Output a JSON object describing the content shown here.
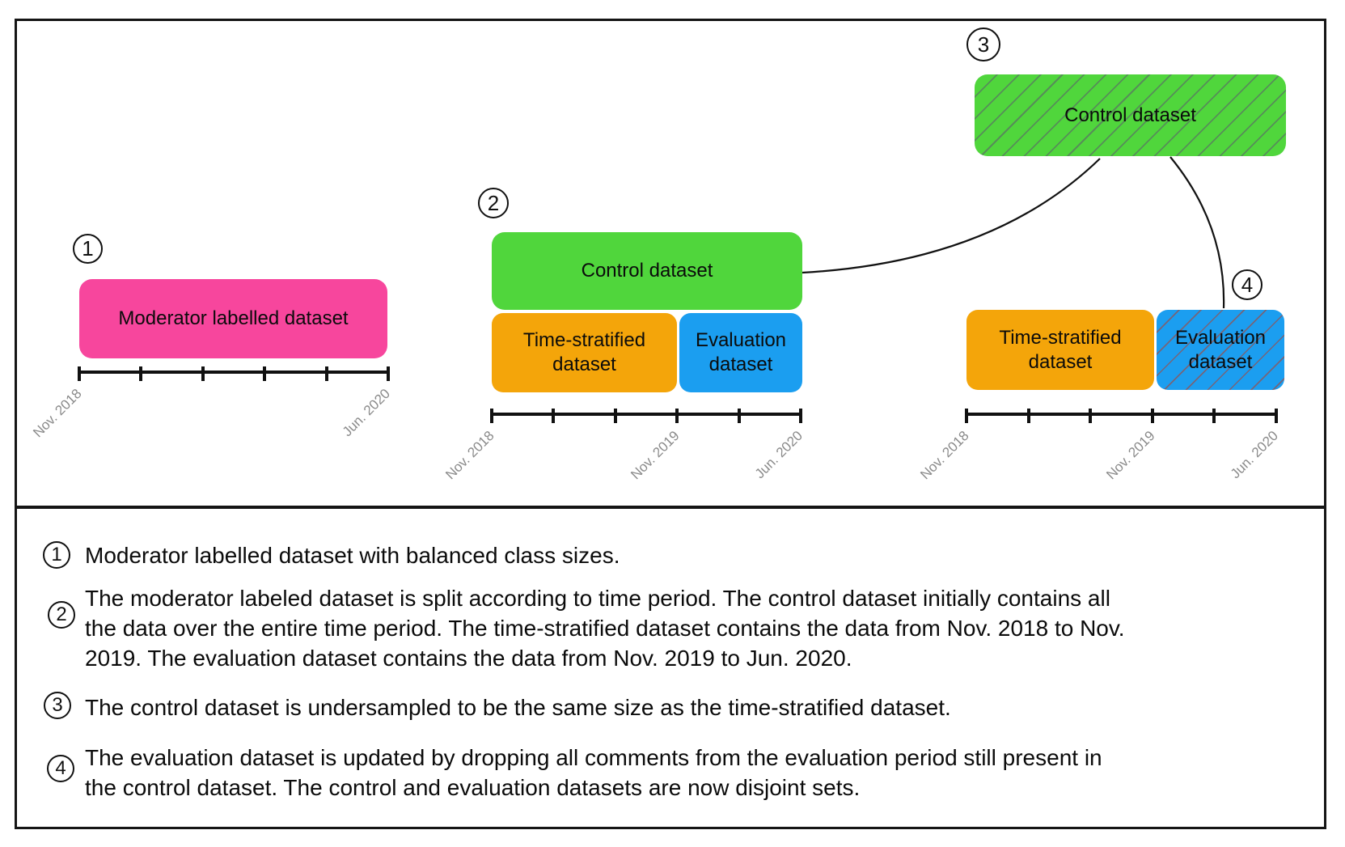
{
  "diagram": {
    "badges": {
      "b1": "1",
      "b2": "2",
      "b3": "3",
      "b4": "4"
    },
    "boxes": {
      "moderator": "Moderator labelled dataset",
      "control2": "Control dataset",
      "time_stratified2": "Time-stratified dataset",
      "evaluation2": "Evaluation dataset",
      "control3": "Control dataset",
      "time_stratified3": "Time-stratified dataset",
      "evaluation3": "Evaluation dataset"
    },
    "timelines": {
      "t1": {
        "start": "Nov. 2018",
        "end": "Jun. 2020"
      },
      "t2": {
        "start": "Nov. 2018",
        "mid": "Nov. 2019",
        "end": "Jun. 2020"
      },
      "t3": {
        "start": "Nov. 2018",
        "mid": "Nov. 2019",
        "end": "Jun. 2020"
      }
    },
    "colors": {
      "pink": "#F7469D",
      "green": "#50D63C",
      "orange": "#F4A50A",
      "blue": "#1B9EF0",
      "hatch_on_green": "#5C5270",
      "hatch_on_blue": "#B23E2A",
      "timeline": "#111111",
      "tick_label": "#8A8A8A"
    }
  },
  "legend": {
    "items": [
      {
        "badge": "1",
        "lines": [
          "Moderator labelled dataset with balanced class sizes."
        ]
      },
      {
        "badge": "2",
        "lines": [
          "The moderator labeled dataset is split according to time period. The control dataset initially contains all",
          "the data over the entire time period. The time-stratified dataset contains the data from Nov. 2018 to Nov.",
          "2019. The evaluation dataset contains the data from Nov. 2019 to Jun. 2020."
        ]
      },
      {
        "badge": "3",
        "lines": [
          "The control dataset is undersampled to be the same size as the time-stratified dataset."
        ]
      },
      {
        "badge": "4",
        "lines": [
          "The evaluation dataset is updated by dropping all comments from the evaluation period still present in",
          "the control dataset. The control and evaluation datasets are now disjoint sets."
        ]
      }
    ]
  }
}
